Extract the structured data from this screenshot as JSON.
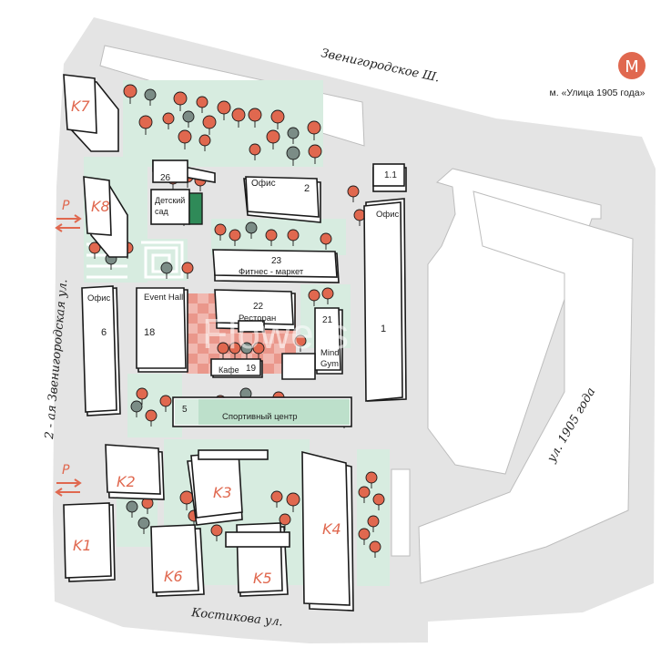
{
  "colors": {
    "road": "#e4e4e4",
    "green": "#d7ece0",
    "tree_red": "#e0684f",
    "tree_gray": "#7b8c86",
    "metro": "#e0684f",
    "plaza": "#f1b8b0"
  },
  "metro": {
    "letter": "M",
    "station": "м. «Улица 1905 года»"
  },
  "streets": {
    "zvenigorodskoe": "Звенигородское Ш.",
    "zvenigorodskaya": "2 - ая Звенигородская ул.",
    "ulitsa1905": "ул. 1905 года",
    "kostikova": "Костикова ул."
  },
  "parking_letter": "P",
  "buildings": {
    "b1": {
      "number": "1",
      "label": "Офис"
    },
    "b1_1": {
      "number": "1.1"
    },
    "b2": {
      "number": "2",
      "label": "Офис"
    },
    "b5": {
      "number": "5",
      "label": "Спортивный центр"
    },
    "b6": {
      "number": "6",
      "label": "Офис"
    },
    "b18": {
      "number": "18",
      "label": "Event Hall"
    },
    "b19": {
      "number": "19",
      "label": "Кафе"
    },
    "b21": {
      "number": "21",
      "label_line1": "Mind",
      "label_line2": "Gym"
    },
    "b22": {
      "number": "22",
      "label": "Ресторан"
    },
    "b23": {
      "number": "23",
      "label": "Фитнес - маркет"
    },
    "b26": {
      "number": "26",
      "label_line1": "Детский",
      "label_line2": "сад"
    }
  },
  "korpus": [
    "K1",
    "K2",
    "K3",
    "K4",
    "K5",
    "K6",
    "K7",
    "K8"
  ],
  "watermark": "Flowers"
}
